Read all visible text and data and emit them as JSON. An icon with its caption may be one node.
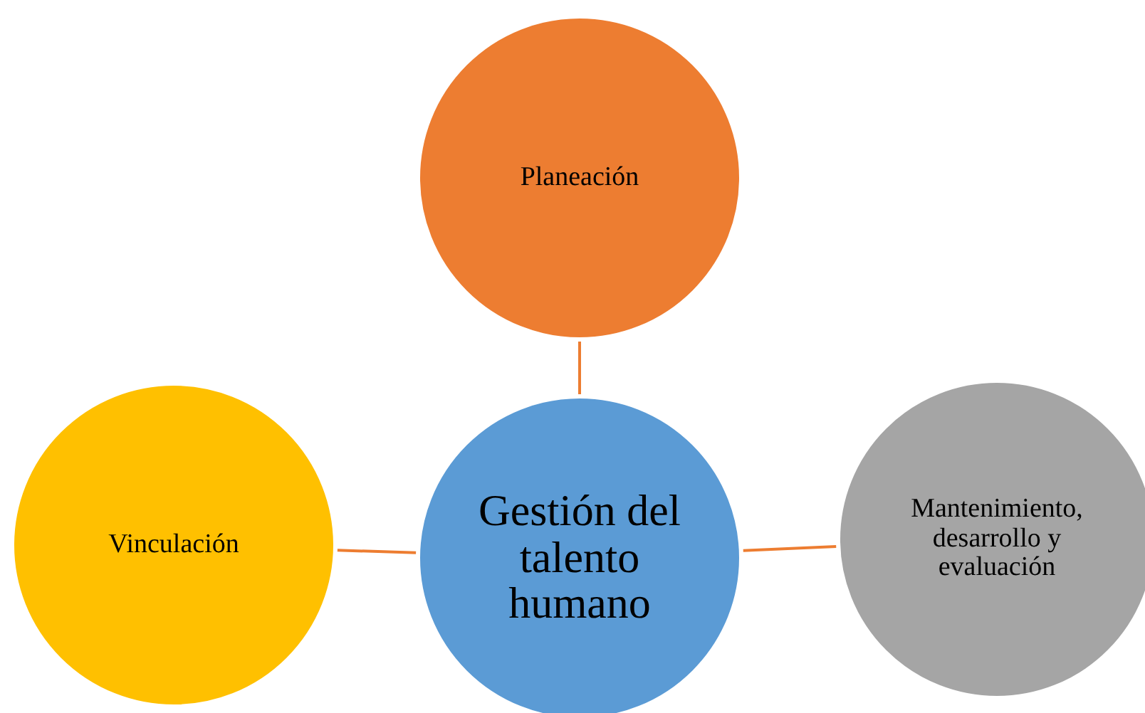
{
  "diagram": {
    "nodes": [
      {
        "text": [
          "Planeación"
        ]
      },
      {
        "text": [
          "Vinculación"
        ]
      },
      {
        "text": [
          "Gestión del talento humano"
        ]
      },
      {
        "text": [
          "Mantenimiento, desarrollo y evaluación"
        ]
      }
    ],
    "edges": [
      {
        "from": 2,
        "to": 0,
        "arrow": "none"
      },
      {
        "from": 2,
        "to": 1,
        "arrow": "none"
      },
      {
        "from": 2,
        "to": 3,
        "arrow": "none"
      }
    ]
  }
}
